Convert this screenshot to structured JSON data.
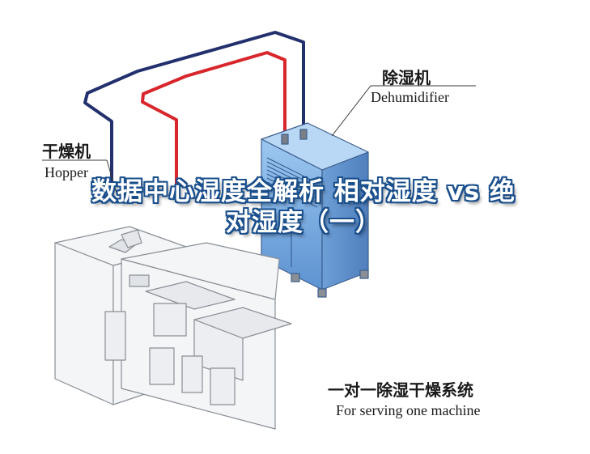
{
  "labels": {
    "dehumidifier_cn": "除湿机",
    "dehumidifier_en": "Dehumidifier",
    "hopper_cn": "干燥机",
    "hopper_en": "Hopper",
    "system_cn": "一对一除湿干燥系统",
    "system_en": "For serving one machine"
  },
  "headline": "数据中心湿度全解析 相对湿度 vs 绝对湿度（一）",
  "colors": {
    "pipe_blue": "#22306e",
    "pipe_red": "#d8262c",
    "cabinet_blue": "#7fb3e8",
    "headline_outline": "#1a4f8c"
  }
}
